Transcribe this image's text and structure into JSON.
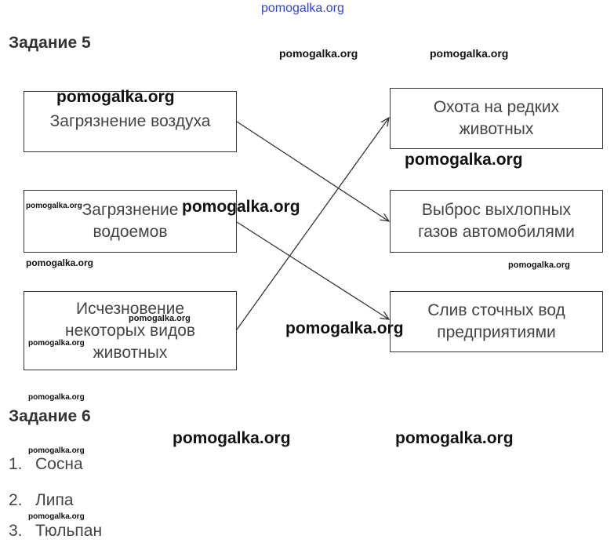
{
  "watermark": "pomogalka.org",
  "task5": {
    "title": "Задание 5",
    "left_boxes": [
      "Загрязнение воздуха",
      "Загрязнение\nводоемов",
      "Исчезновение\nнекоторых видов\nживотных"
    ],
    "right_boxes": [
      "Охота на редких\nживотных",
      "Выброс выхлопных\nгазов автомобилями",
      "Слив сточных вод\nпредприятиями"
    ]
  },
  "task6": {
    "title": "Задание 6",
    "items": [
      {
        "num": "1.",
        "text": "Сосна"
      },
      {
        "num": "2.",
        "text": "Липа"
      },
      {
        "num": "3.",
        "text": "Тюльпан"
      }
    ]
  }
}
